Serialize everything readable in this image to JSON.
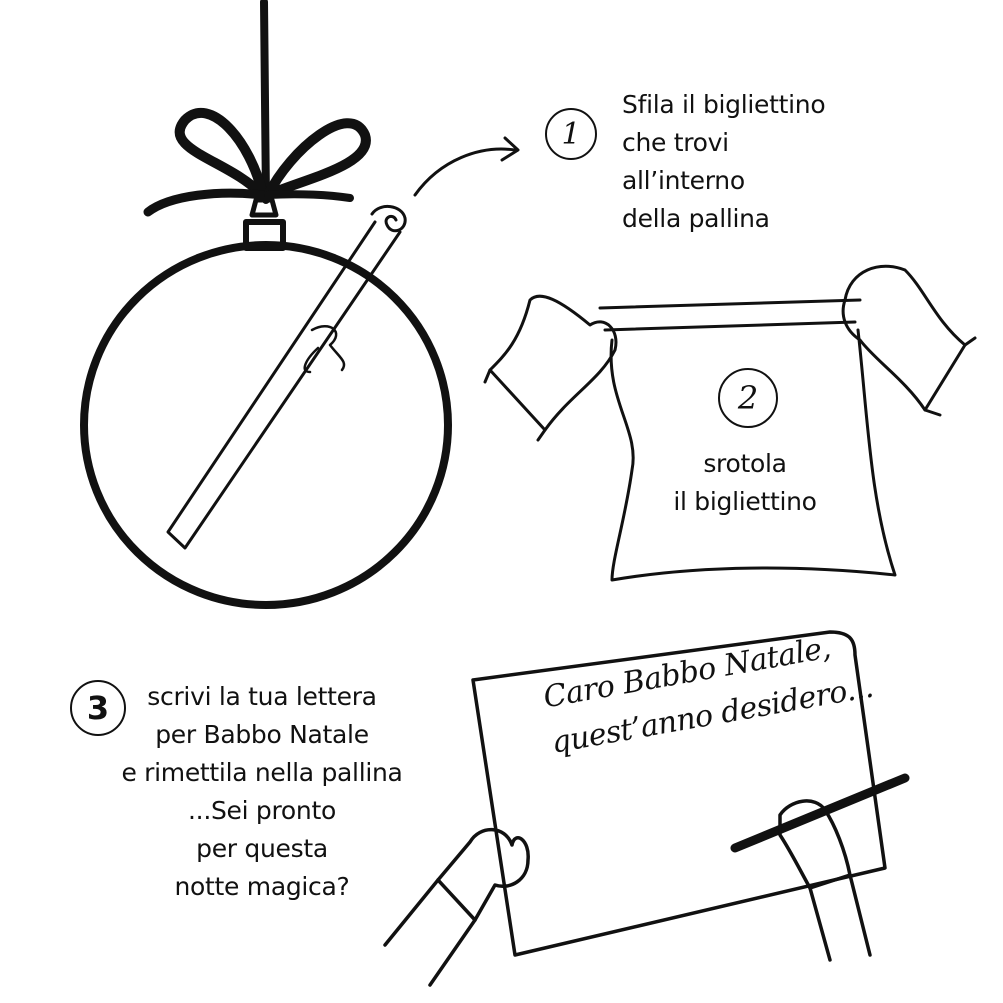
{
  "steps": [
    {
      "number": "1",
      "lines": [
        "Sfila il bigliettino",
        "che trovi",
        "all’interno",
        "della pallina"
      ]
    },
    {
      "number": "2",
      "lines": [
        "srotola",
        "il bigliettino"
      ]
    },
    {
      "number": "3",
      "lines": [
        "scrivi la tua lettera",
        "per Babbo Natale",
        "e rimettila nella pallina",
        "...Sei pronto",
        "per questa",
        "notte magica?"
      ]
    }
  ],
  "letter": {
    "lines": [
      "Caro Babbo Natale,",
      "quest’anno desidero..."
    ]
  },
  "colors": {
    "ink": "#111111",
    "background": "#ffffff"
  }
}
